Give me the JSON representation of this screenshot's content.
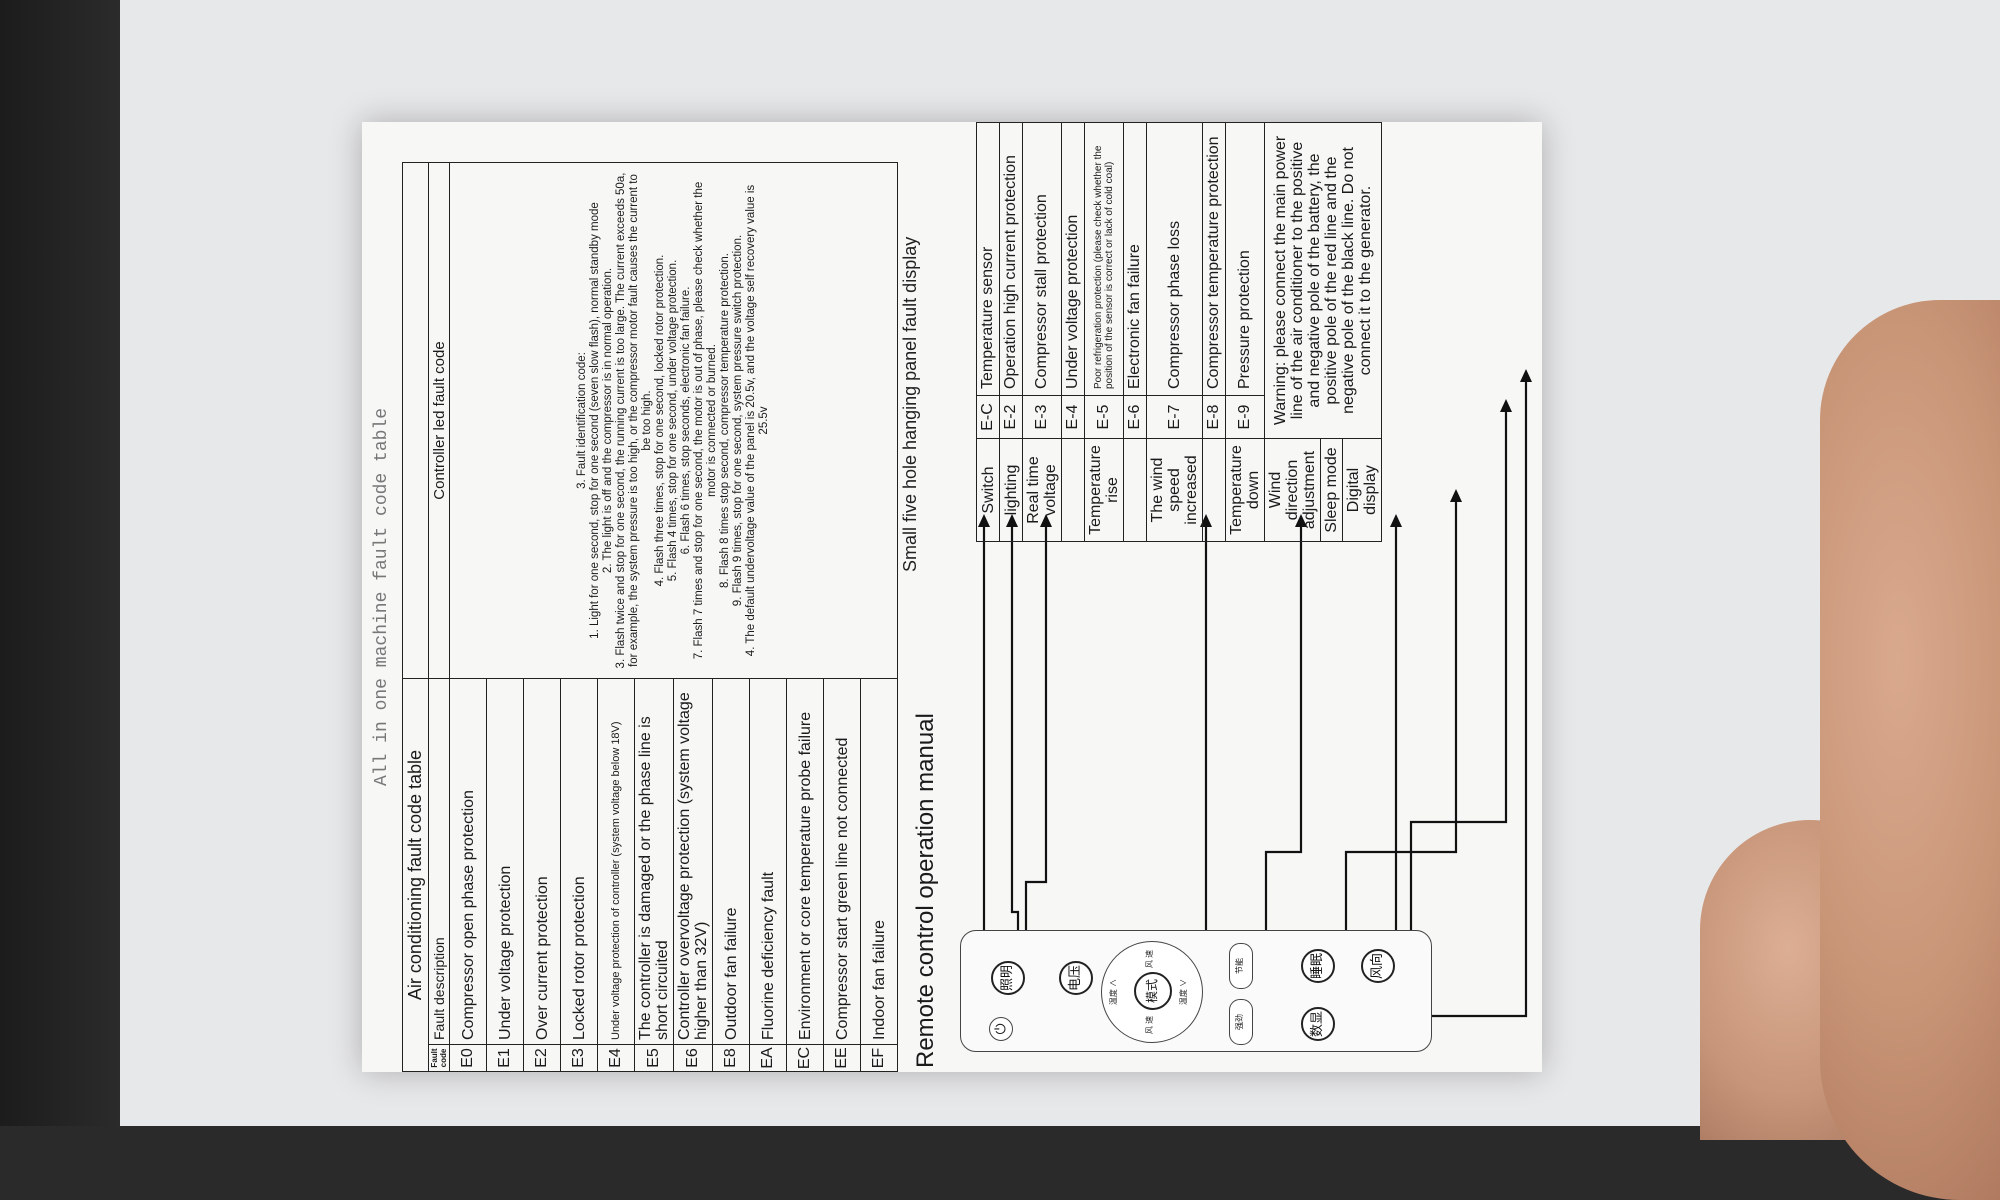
{
  "document": {
    "sheet_title": "All in one machine fault code table"
  },
  "fault_table": {
    "caption": "Air conditioning fault code table",
    "headers": {
      "code": "Fault code",
      "description": "Fault description",
      "led": "Controller led fault code"
    },
    "rows": [
      {
        "code": "E0",
        "description": "Compressor open phase protection"
      },
      {
        "code": "E1",
        "description": "Under voltage protection"
      },
      {
        "code": "E2",
        "description": "Over current protection"
      },
      {
        "code": "E3",
        "description": "Locked rotor protection"
      },
      {
        "code": "E4",
        "description": "Under voltage protection of controller (system voltage below 18V)"
      },
      {
        "code": "E5",
        "description": "The controller is damaged or the phase line is short circuited"
      },
      {
        "code": "E6",
        "description": "Controller overvoltage protection (system voltage higher than 32V)"
      },
      {
        "code": "E8",
        "description": "Outdoor fan failure"
      },
      {
        "code": "EA",
        "description": "Fluorine deficiency fault"
      },
      {
        "code": "EC",
        "description": "Environment or core temperature probe failure"
      },
      {
        "code": "EE",
        "description": "Compressor start green line not connected"
      },
      {
        "code": "EF",
        "description": "Indoor fan failure"
      }
    ],
    "led_lines": [
      "3. Fault identification code:",
      "1. Light for one second, stop for one second (seven slow flash), normal standby mode",
      "2. The light is off and the compressor is in normal operation.",
      "3. Flash twice and stop for one second, the running current is too large. The current exceeds 50a, for example, the system pressure is too high, or the compressor motor fault causes the current to be too high.",
      "4. Flash three times, stop for one second, locked rotor protection.",
      "5. Flash 4 times, stop for one second, under voltage protection.",
      "6. Flash 6 times, stop seconds, electronic fan failure.",
      "7. Flash 7 times and stop for one second, the motor is out of phase, please check whether the motor is connected or burned.",
      "8. Flash 8 times stop second, compressor temperature protection.",
      "9. Flash 9 times, stop for one second, system pressure switch protection.",
      "4. The default undervoltage value of the panel is 20.5v, and the voltage self recovery value is 25.5v"
    ]
  },
  "remote": {
    "title": "Remote control operation manual",
    "buttons": {
      "power": "⏻",
      "lighting": "照明",
      "voltage": "电压",
      "mode": "模式",
      "temp_up": "温度 ∧",
      "temp_down": "温度 ∨",
      "wind_down": "风 速",
      "wind_up": "风 速",
      "display": "数显",
      "sleep": "睡眠",
      "wind_dir": "风向",
      "strong": "强劲",
      "eco": "节能"
    }
  },
  "panel": {
    "title": "Small five hole hanging panel fault display",
    "functions": [
      {
        "label": "Switch",
        "code": "E-C",
        "desc": "Temperature sensor"
      },
      {
        "label": "lighting",
        "code": "E-2",
        "desc": "Operation high current protection"
      },
      {
        "label": "Real time voltage",
        "code": "E-3",
        "desc": "Compressor stall protection"
      },
      {
        "label": "",
        "code": "E-4",
        "desc": "Under voltage protection"
      },
      {
        "label": "Temperature rise",
        "code": "E-5",
        "desc": "Poor refrigeration protection (please check whether the position of the sensor is correct or lack of cold coal)"
      },
      {
        "label": "",
        "code": "E-6",
        "desc": "Electronic fan failure"
      },
      {
        "label": "The wind speed increased",
        "code": "E-7",
        "desc": "Compressor phase loss"
      },
      {
        "label": "",
        "code": "E-8",
        "desc": "Compressor temperature protection"
      },
      {
        "label": "Temperature down",
        "code": "E-9",
        "desc": "Pressure protection"
      }
    ],
    "extra_labels": [
      "Wind direction adjustment",
      "Sleep mode",
      "Digital display"
    ],
    "warning": "Warning: please connect the main power line of the air conditioner to the positive and negative pole of the battery, the positive pole of the red line and the negative pole of the black line. Do not connect it to the generator."
  }
}
